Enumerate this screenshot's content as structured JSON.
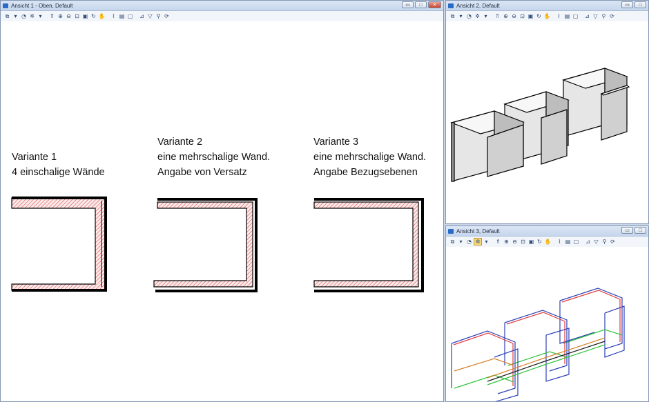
{
  "windows": {
    "view1": {
      "title": "Ansicht 1 - Oben, Default"
    },
    "view2": {
      "title": "Ansicht 2, Default"
    },
    "view3": {
      "title": "Ansicht 3, Default"
    }
  },
  "window_buttons": {
    "minimize": "▭",
    "maximize": "□",
    "close": "✕"
  },
  "toolbar_icons": [
    "view-select",
    "dropdown",
    "render-mode",
    "light",
    "dropdown",
    "sep",
    "pan",
    "zoom-in",
    "zoom-out",
    "zoom-window",
    "fit-view",
    "rotate",
    "walk",
    "sep",
    "footprints",
    "camera",
    "window",
    "sep",
    "clip",
    "filter",
    "zoom-extents",
    "refresh"
  ],
  "toolbar_glyphs": [
    "⧉",
    "▾",
    "◔",
    "✲",
    "▾",
    "",
    "⇑",
    "⊕",
    "⊖",
    "⊡",
    "▣",
    "↻",
    "✋",
    "",
    "⌇",
    "▤",
    "▢",
    "",
    "⊿",
    "▽",
    "⚲",
    "⟳"
  ],
  "variants": [
    {
      "heading": "Variante 1",
      "line1": "4 einschalige Wände",
      "line2": ""
    },
    {
      "heading": "Variante 2",
      "line1": "eine mehrschalige Wand.",
      "line2": "Angabe von Versatz"
    },
    {
      "heading": "Variante 3",
      "line1": "eine mehrschalige Wand.",
      "line2": "Angabe Bezugsebenen"
    }
  ],
  "colors": {
    "hatch": "#d43a3a",
    "wall_black": "#000000",
    "accent_blue": "#2a3fb8",
    "accent_green": "#2fc23a",
    "accent_red": "#e23a3a",
    "accent_orange": "#d8802a"
  }
}
